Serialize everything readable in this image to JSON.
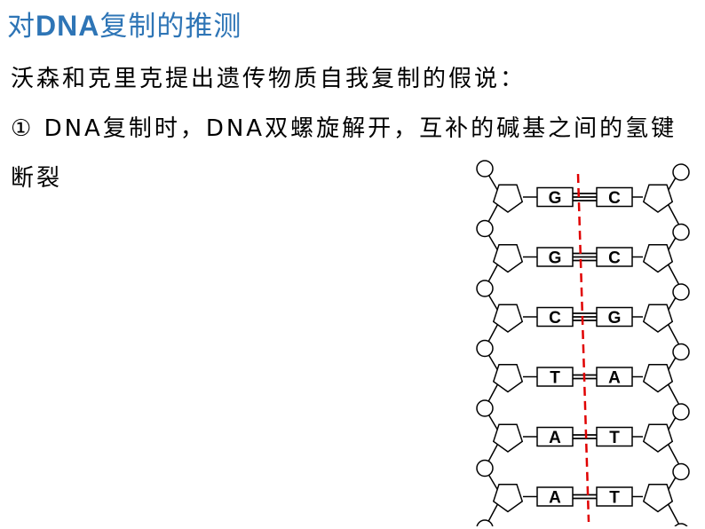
{
  "title": {
    "prefix": "对",
    "bold": "DNA",
    "suffix": "复制的推测"
  },
  "body": {
    "line1": "沃森和克里克提出遗传物质自我复制的假说：",
    "line2": "① DNA复制时，DNA双螺旋解开，互补的碱基之间的氢键",
    "line3": "断裂"
  },
  "diagram": {
    "base_pairs": [
      {
        "left": "G",
        "right": "C",
        "bonds": 3
      },
      {
        "left": "G",
        "right": "C",
        "bonds": 3
      },
      {
        "left": "C",
        "right": "G",
        "bonds": 3
      },
      {
        "left": "T",
        "right": "A",
        "bonds": 2
      },
      {
        "left": "A",
        "right": "T",
        "bonds": 2
      },
      {
        "left": "A",
        "right": "T",
        "bonds": 2
      }
    ],
    "colors": {
      "split_line": "#e00000",
      "stroke": "#000000"
    }
  }
}
